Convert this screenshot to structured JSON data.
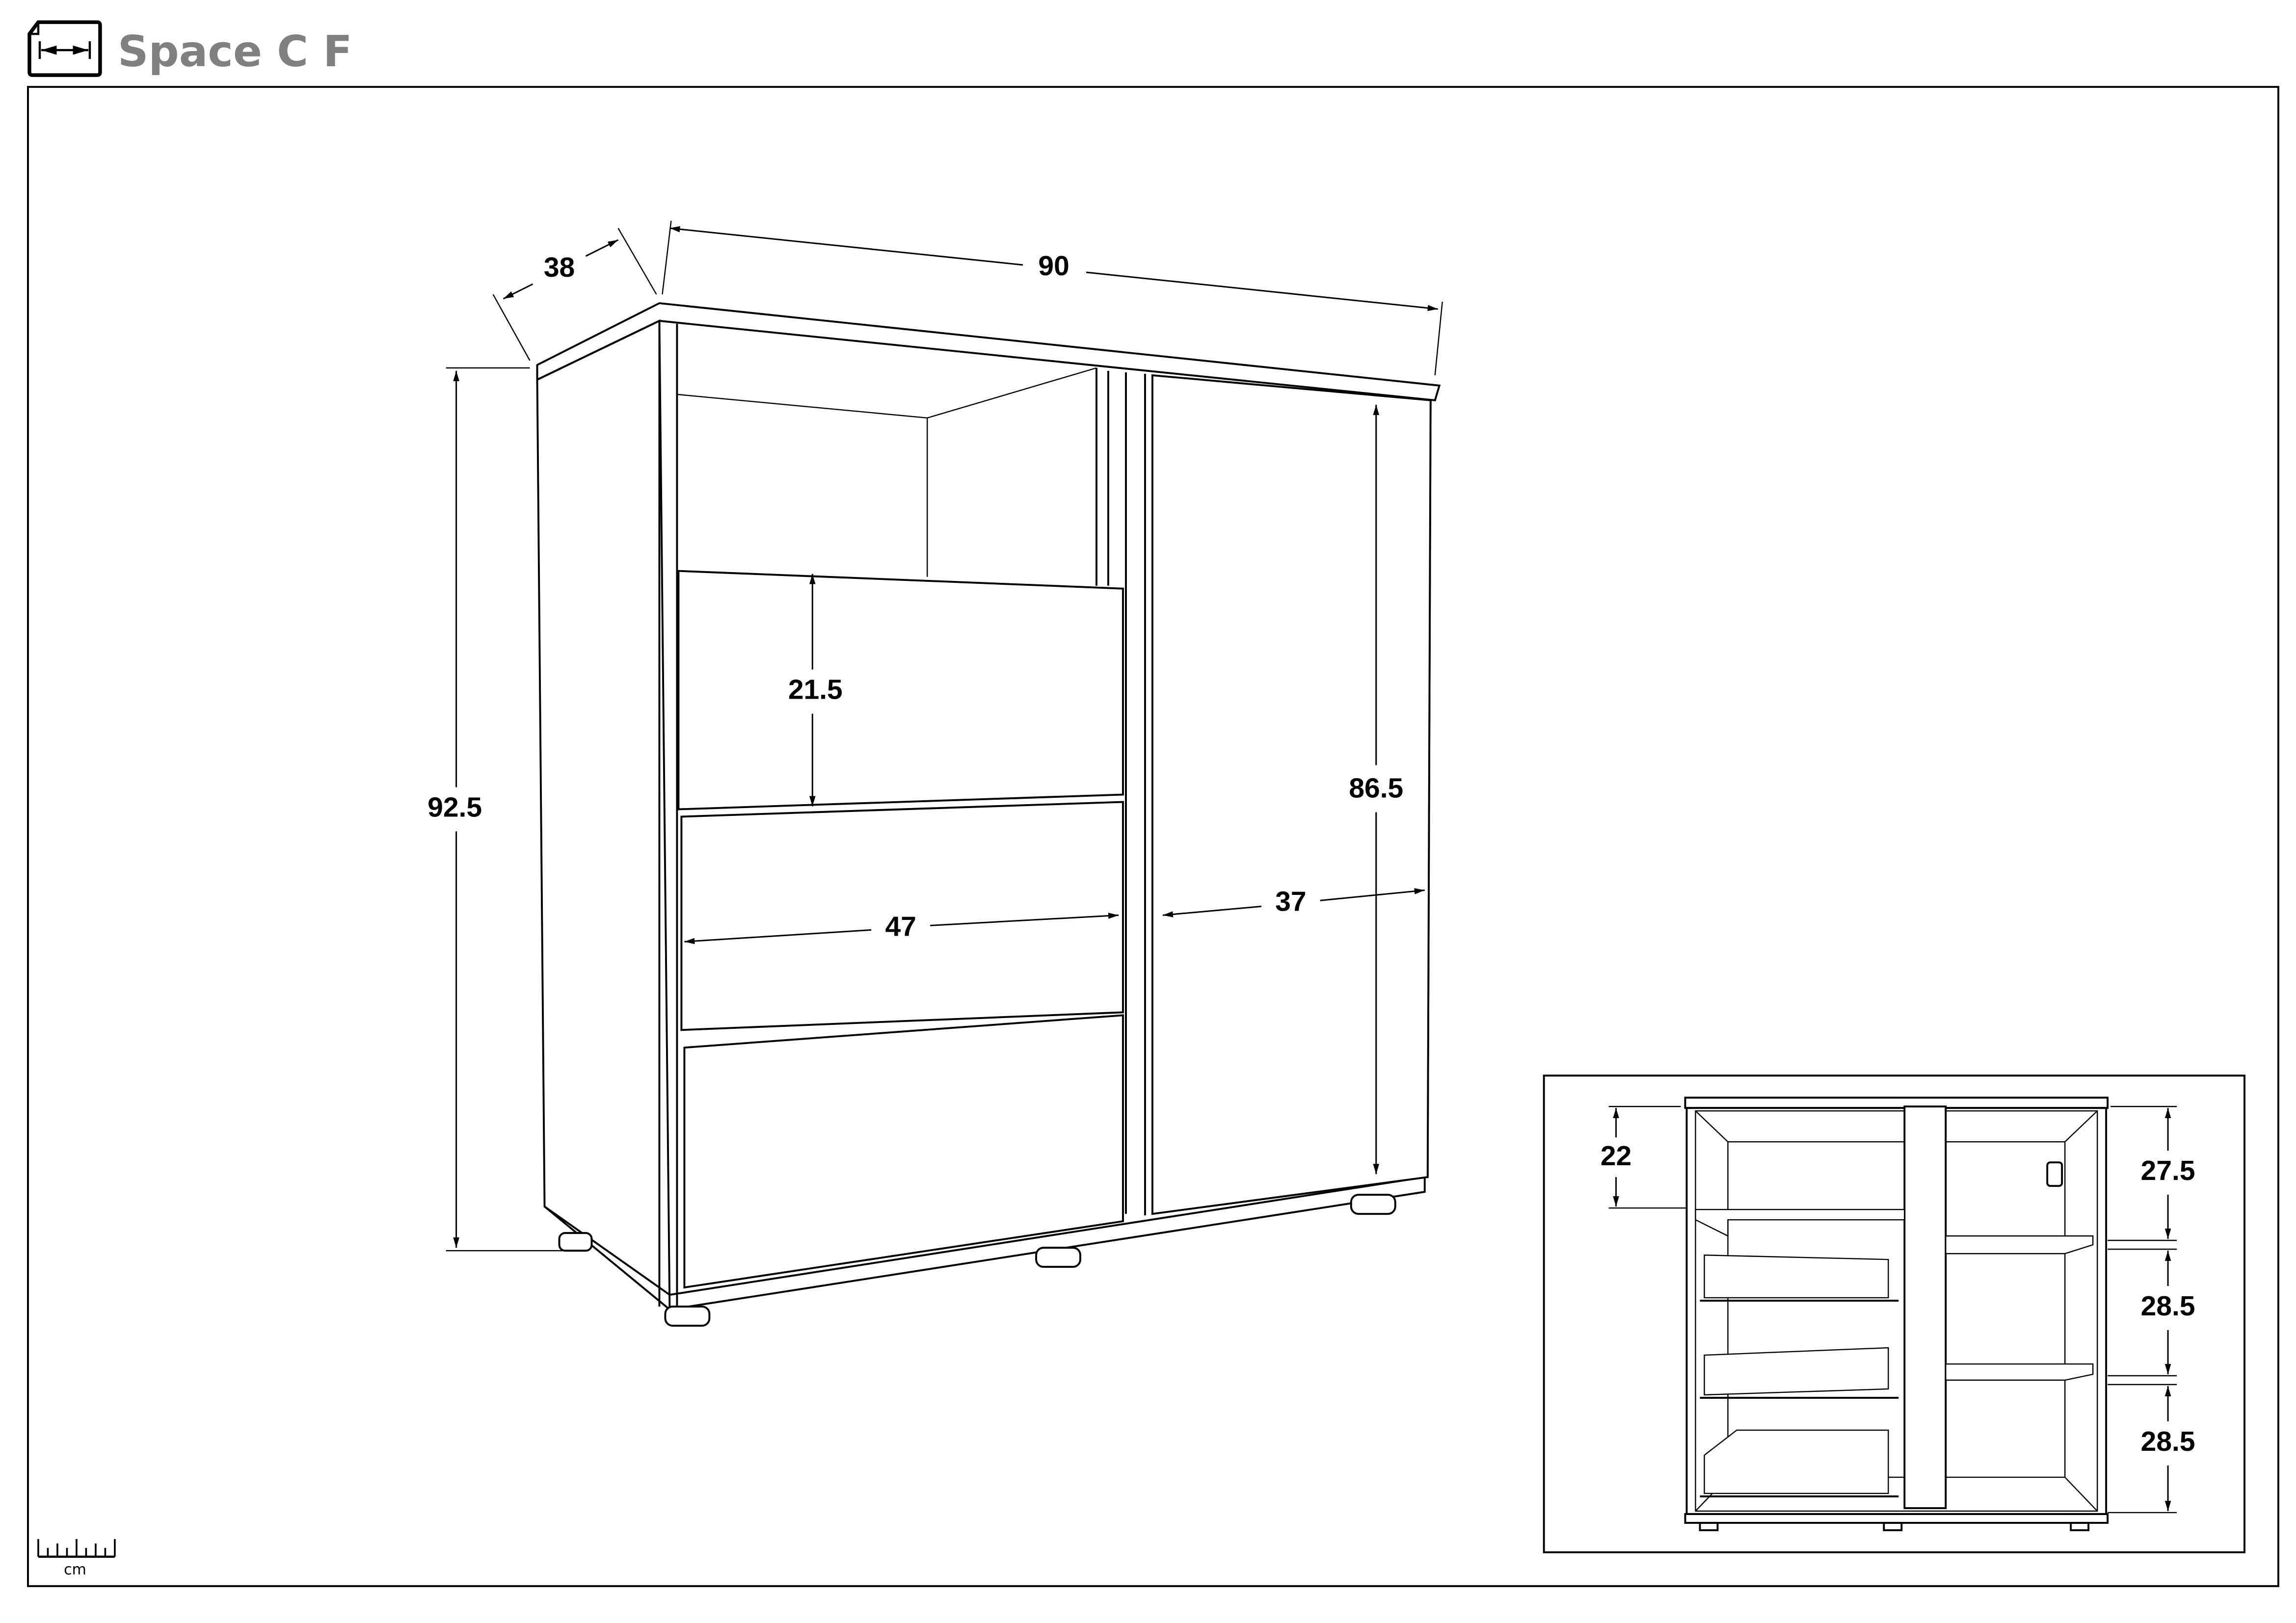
{
  "header": {
    "title": "Space C F",
    "icon": "dimension-document-icon"
  },
  "main_view": {
    "dimensions": {
      "depth": "38",
      "width": "90",
      "height": "92.5",
      "drawer_height": "21.5",
      "drawer_width": "47",
      "door_width": "37",
      "door_height": "86.5"
    }
  },
  "inset_view": {
    "dimensions": {
      "top_drawer_gap": "22",
      "shelf_1": "27.5",
      "shelf_2": "28.5",
      "shelf_3": "28.5"
    }
  },
  "scale": {
    "unit": "cm",
    "icon": "ruler-icon"
  }
}
